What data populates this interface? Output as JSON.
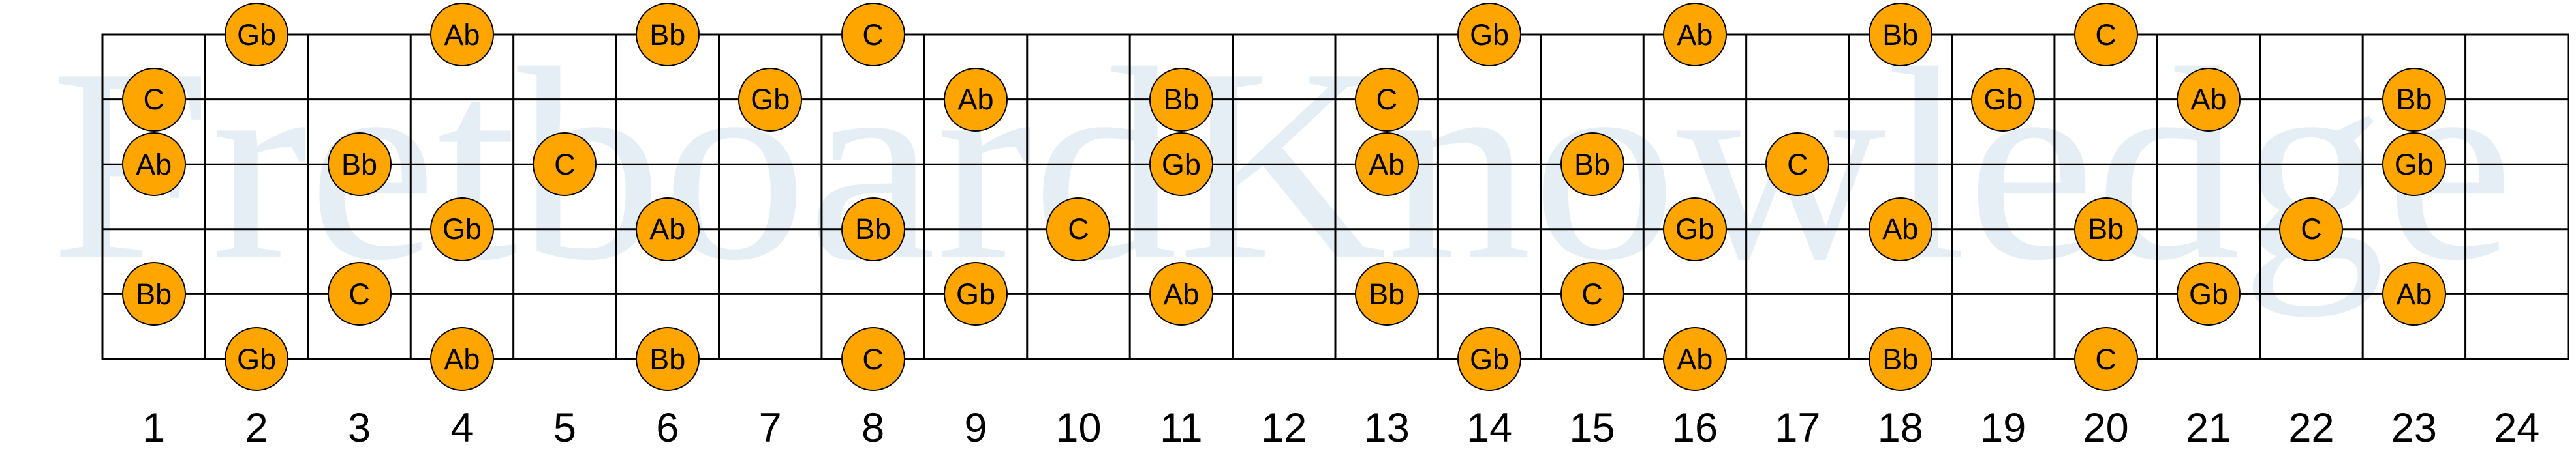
{
  "watermark": {
    "text": "FretboardKnowledge",
    "color": "#E6EEF5"
  },
  "fretboard": {
    "num_strings": 6,
    "num_frets": 24,
    "line_color": "#000000",
    "note_fill": "#FFA500",
    "note_border": "#000000"
  },
  "fret_numbers": [
    "1",
    "2",
    "3",
    "4",
    "5",
    "6",
    "7",
    "8",
    "9",
    "10",
    "11",
    "12",
    "13",
    "14",
    "15",
    "16",
    "17",
    "18",
    "19",
    "20",
    "21",
    "22",
    "23",
    "24"
  ],
  "strings": [
    {
      "index": 1,
      "notes": [
        {
          "fret": 2,
          "label": "Gb"
        },
        {
          "fret": 4,
          "label": "Ab"
        },
        {
          "fret": 6,
          "label": "Bb"
        },
        {
          "fret": 8,
          "label": "C"
        },
        {
          "fret": 14,
          "label": "Gb"
        },
        {
          "fret": 16,
          "label": "Ab"
        },
        {
          "fret": 18,
          "label": "Bb"
        },
        {
          "fret": 20,
          "label": "C"
        }
      ]
    },
    {
      "index": 2,
      "notes": [
        {
          "fret": 1,
          "label": "C"
        },
        {
          "fret": 7,
          "label": "Gb"
        },
        {
          "fret": 9,
          "label": "Ab"
        },
        {
          "fret": 11,
          "label": "Bb"
        },
        {
          "fret": 13,
          "label": "C"
        },
        {
          "fret": 19,
          "label": "Gb"
        },
        {
          "fret": 21,
          "label": "Ab"
        },
        {
          "fret": 23,
          "label": "Bb"
        }
      ]
    },
    {
      "index": 3,
      "notes": [
        {
          "fret": 1,
          "label": "Ab"
        },
        {
          "fret": 3,
          "label": "Bb"
        },
        {
          "fret": 5,
          "label": "C"
        },
        {
          "fret": 11,
          "label": "Gb"
        },
        {
          "fret": 13,
          "label": "Ab"
        },
        {
          "fret": 15,
          "label": "Bb"
        },
        {
          "fret": 17,
          "label": "C"
        },
        {
          "fret": 23,
          "label": "Gb"
        }
      ]
    },
    {
      "index": 4,
      "notes": [
        {
          "fret": 4,
          "label": "Gb"
        },
        {
          "fret": 6,
          "label": "Ab"
        },
        {
          "fret": 8,
          "label": "Bb"
        },
        {
          "fret": 10,
          "label": "C"
        },
        {
          "fret": 16,
          "label": "Gb"
        },
        {
          "fret": 18,
          "label": "Ab"
        },
        {
          "fret": 20,
          "label": "Bb"
        },
        {
          "fret": 22,
          "label": "C"
        }
      ]
    },
    {
      "index": 5,
      "notes": [
        {
          "fret": 1,
          "label": "Bb"
        },
        {
          "fret": 3,
          "label": "C"
        },
        {
          "fret": 9,
          "label": "Gb"
        },
        {
          "fret": 11,
          "label": "Ab"
        },
        {
          "fret": 13,
          "label": "Bb"
        },
        {
          "fret": 15,
          "label": "C"
        },
        {
          "fret": 21,
          "label": "Gb"
        },
        {
          "fret": 23,
          "label": "Ab"
        }
      ]
    },
    {
      "index": 6,
      "notes": [
        {
          "fret": 2,
          "label": "Gb"
        },
        {
          "fret": 4,
          "label": "Ab"
        },
        {
          "fret": 6,
          "label": "Bb"
        },
        {
          "fret": 8,
          "label": "C"
        },
        {
          "fret": 14,
          "label": "Gb"
        },
        {
          "fret": 16,
          "label": "Ab"
        },
        {
          "fret": 18,
          "label": "Bb"
        },
        {
          "fret": 20,
          "label": "C"
        }
      ]
    }
  ]
}
